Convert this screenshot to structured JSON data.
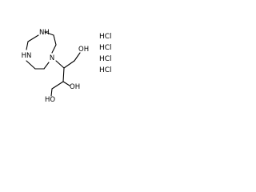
{
  "molecule": {
    "atoms": {
      "n_top": "NH",
      "n_left": "HN",
      "n_ring": "N",
      "oh_top": "OH",
      "oh_mid": "OH",
      "oh_bottom": "HO"
    },
    "salts": [
      "HCl",
      "HCl",
      "HCl",
      "HCl"
    ],
    "colors": {
      "bond": "#000000",
      "text": "#000000",
      "background": "#ffffff"
    }
  }
}
